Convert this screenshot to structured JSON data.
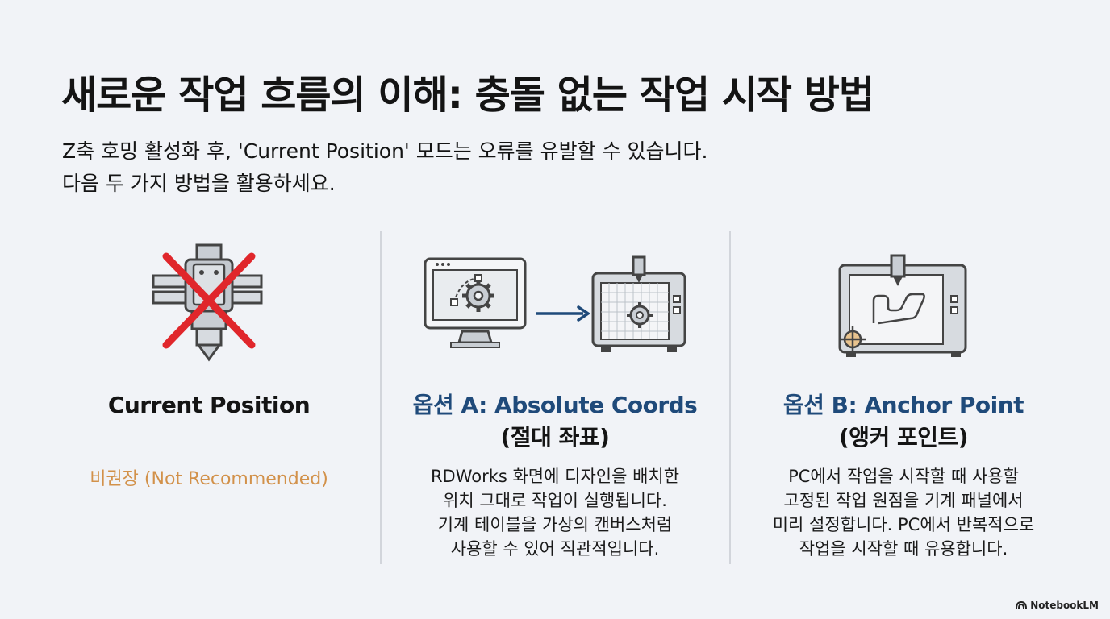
{
  "title": "새로운 작업 흐름의 이해: 충돌 없는 작업 시작 방법",
  "subtitle": {
    "line1": "Z축 호밍 활성화 후, 'Current Position' 모드는 오류를 유발할 수 있습니다.",
    "line2": "다음 두 가지 방법을 활용하세요."
  },
  "columns": [
    {
      "icon": "crossed-out-laser-head-icon",
      "title": "Current Position",
      "note": "비권장 (Not Recommended)"
    },
    {
      "icon": "monitor-to-machine-icon",
      "title_line1": "옵션 A: Absolute Coords",
      "title_line2": "(절대 좌표)",
      "desc": [
        "RDWorks 화면에 디자인을 배치한",
        "위치 그대로 작업이 실행됩니다.",
        "기계 테이블을 가상의 캔버스처럼",
        "사용할 수 있어 직관적입니다."
      ]
    },
    {
      "icon": "machine-anchor-point-icon",
      "title_line1": "옵션 B: Anchor Point",
      "title_line2": "(앵커 포인트)",
      "desc": [
        "PC에서 작업을 시작할 때 사용할",
        "고정된 작업 원점을 기계 패널에서",
        "미리 설정합니다. PC에서 반복적으로",
        "작업을 시작할 때 유용합니다."
      ]
    }
  ],
  "brand": "NotebookLM",
  "colors": {
    "accent": "#1f4a7a",
    "warning": "#d2914a",
    "cross": "#e0262b",
    "background": "#f1f3f7"
  }
}
